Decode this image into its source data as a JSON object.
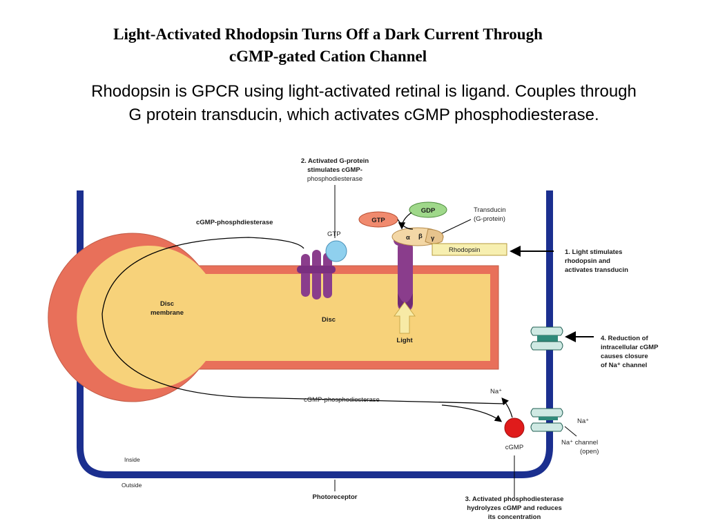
{
  "title": {
    "line1": "Light-Activated Rhodopsin Turns Off a Dark Current Through",
    "line2": "cGMP-gated Cation Channel"
  },
  "subtitle": {
    "line1": "Rhodopsin is GPCR using light-activated retinal is ligand.  Couples through",
    "line2": "G protein transducin, which activates cGMP phosphodiesterase."
  },
  "diagram": {
    "step2": {
      "line1": "2. Activated G-protein",
      "line2": "stimulates cGMP-",
      "line3": "phosphodiesterase"
    },
    "cgmp_pde_top": "cGMP-phosphdiesterase",
    "gtp_small": "GTP",
    "gtp": "GTP",
    "gdp": "GDP",
    "transducin": {
      "line1": "Transducin",
      "line2": "(G-protein)"
    },
    "alpha": "α",
    "beta": "β",
    "gamma": "γ",
    "rhodopsin": "Rhodopsin",
    "step1": {
      "line1": "1. Light stimulates",
      "line2": "rhodopsin and",
      "line3": "activates transducin"
    },
    "disc_membrane": {
      "line1": "Disc",
      "line2": "membrane"
    },
    "disc": "Disc",
    "light": "Light",
    "step4": {
      "line1": "4. Reduction of",
      "line2": "intracellular cGMP",
      "line3": "causes closure",
      "line4": "of Na⁺ channel"
    },
    "na_plus_up": "Na⁺",
    "cgmp_pde_bottom": "cGMP-phosphodiesterase",
    "na_plus_right": "Na⁺",
    "na_channel": {
      "line1": "Na⁺ channel",
      "line2": "(open)"
    },
    "cgmp": "cGMP",
    "inside": "Inside",
    "outside": "Outside",
    "photoreceptor": "Photoreceptor",
    "step3": {
      "line1": "3. Activated phosphodiesterase",
      "line2": "hydrolyzes cGMP and reduces",
      "line3": "its concentration"
    },
    "colors": {
      "cell_membrane": "#1b2f8f",
      "disc_membrane": "#e8705a",
      "disc_interior": "#f7d27a",
      "protein": "#8a3d8c",
      "gtp_small": "#8fd0ee",
      "gtp": "#f08a6e",
      "gdp": "#9fd88a",
      "transducin": "#f3d7a6",
      "rhodopsin": "#f7efb0",
      "cgmp": "#e01b1b",
      "channel": "#2f8a7a"
    }
  }
}
